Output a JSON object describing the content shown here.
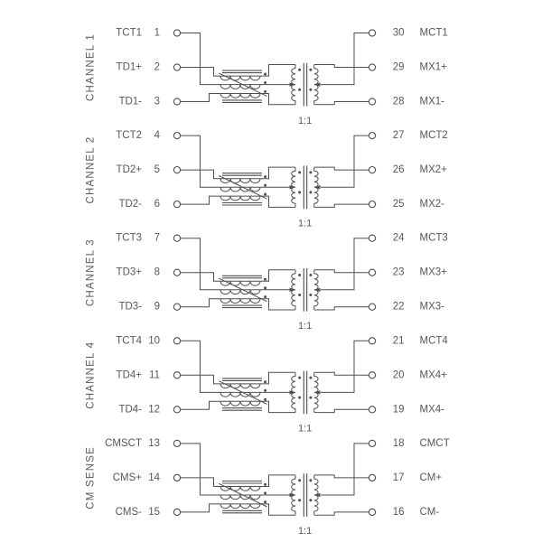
{
  "schematic": {
    "background": "#ffffff",
    "line_color": "#4f4f4f",
    "text_color": "#585858",
    "channels": [
      {
        "name": "CHANNEL 1",
        "ratio": "1:1",
        "left_pins": [
          {
            "label": "TCT1",
            "pin": "1"
          },
          {
            "label": "TD1+",
            "pin": "2"
          },
          {
            "label": "TD1-",
            "pin": "3"
          }
        ],
        "right_pins": [
          {
            "pin": "30",
            "label": "MCT1"
          },
          {
            "pin": "29",
            "label": "MX1+"
          },
          {
            "pin": "28",
            "label": "MX1-"
          }
        ]
      },
      {
        "name": "CHANNEL 2",
        "ratio": "1:1",
        "left_pins": [
          {
            "label": "TCT2",
            "pin": "4"
          },
          {
            "label": "TD2+",
            "pin": "5"
          },
          {
            "label": "TD2-",
            "pin": "6"
          }
        ],
        "right_pins": [
          {
            "pin": "27",
            "label": "MCT2"
          },
          {
            "pin": "26",
            "label": "MX2+"
          },
          {
            "pin": "25",
            "label": "MX2-"
          }
        ]
      },
      {
        "name": "CHANNEL 3",
        "ratio": "1:1",
        "left_pins": [
          {
            "label": "TCT3",
            "pin": "7"
          },
          {
            "label": "TD3+",
            "pin": "8"
          },
          {
            "label": "TD3-",
            "pin": "9"
          }
        ],
        "right_pins": [
          {
            "pin": "24",
            "label": "MCT3"
          },
          {
            "pin": "23",
            "label": "MX3+"
          },
          {
            "pin": "22",
            "label": "MX3-"
          }
        ]
      },
      {
        "name": "CHANNEL 4",
        "ratio": "1:1",
        "left_pins": [
          {
            "label": "TCT4",
            "pin": "10"
          },
          {
            "label": "TD4+",
            "pin": "11"
          },
          {
            "label": "TD4-",
            "pin": "12"
          }
        ],
        "right_pins": [
          {
            "pin": "21",
            "label": "MCT4"
          },
          {
            "pin": "20",
            "label": "MX4+"
          },
          {
            "pin": "19",
            "label": "MX4-"
          }
        ]
      },
      {
        "name": "CM SENSE",
        "ratio": "1:1",
        "left_pins": [
          {
            "label": "CMSCT",
            "pin": "13"
          },
          {
            "label": "CMS+",
            "pin": "14"
          },
          {
            "label": "CMS-",
            "pin": "15"
          }
        ],
        "right_pins": [
          {
            "pin": "18",
            "label": "CMCT"
          },
          {
            "pin": "17",
            "label": "CM+"
          },
          {
            "pin": "16",
            "label": "CM-"
          }
        ]
      }
    ]
  }
}
